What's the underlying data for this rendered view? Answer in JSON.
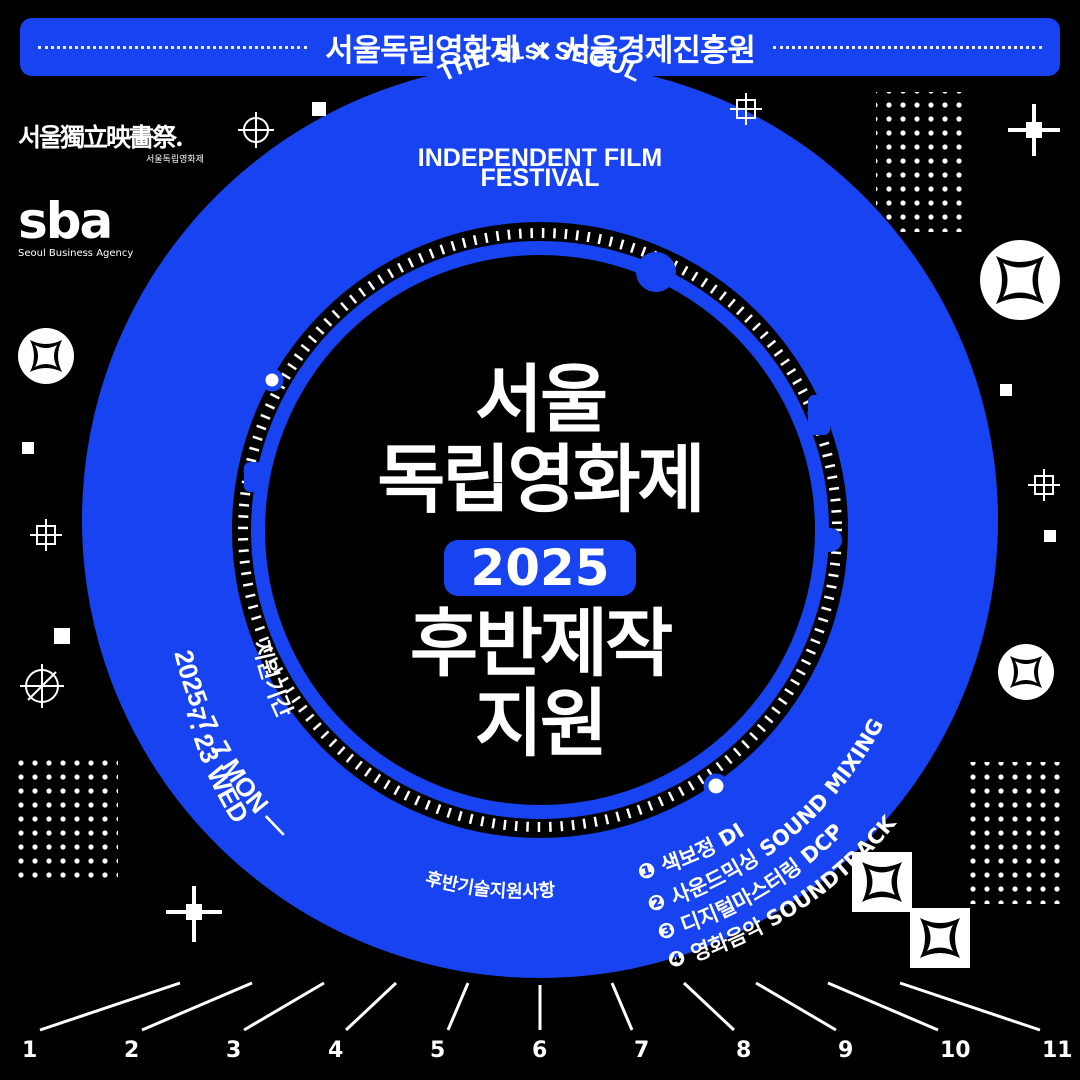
{
  "banner": {
    "title": "서울독립영화제 × 서울경제진흥원"
  },
  "logos": {
    "festival_hanja": "서울獨立映畵祭.",
    "festival_korean": "서울독립영화제",
    "sba_wordmark": "sba",
    "sba_name": "Seoul Business Agency"
  },
  "ring_heading": [
    "THE 51st SEOUL",
    "INDEPENDENT FILM",
    "FESTIVAL"
  ],
  "main": {
    "title_line1": "서울",
    "title_line2": "독립영화제",
    "year": "2025",
    "title_line3": "후반제작",
    "title_line4": "지원"
  },
  "period": {
    "label": "지원기간",
    "line1": "2025. 7. 7 MON —",
    "line2": "7. 23 WED"
  },
  "support": {
    "label": "후반기술지원사항",
    "items": [
      "❶ 색보정 DI",
      "❷ 사운드믹싱 SOUND MIXING",
      "❸ 디지털마스터링 DCP",
      "❹ 영화음악 SOUNDTRACK"
    ]
  },
  "ruler": [
    "1",
    "2",
    "3",
    "4",
    "5",
    "6",
    "7",
    "8",
    "9",
    "10",
    "11"
  ],
  "colors": {
    "accent": "#1744f0",
    "background": "#000000",
    "text": "#ffffff"
  },
  "icons": [
    "crosshair-icon",
    "plus-marker-icon",
    "dot-grid-pattern",
    "square-seal-icon",
    "sprocket-gear-icon"
  ]
}
